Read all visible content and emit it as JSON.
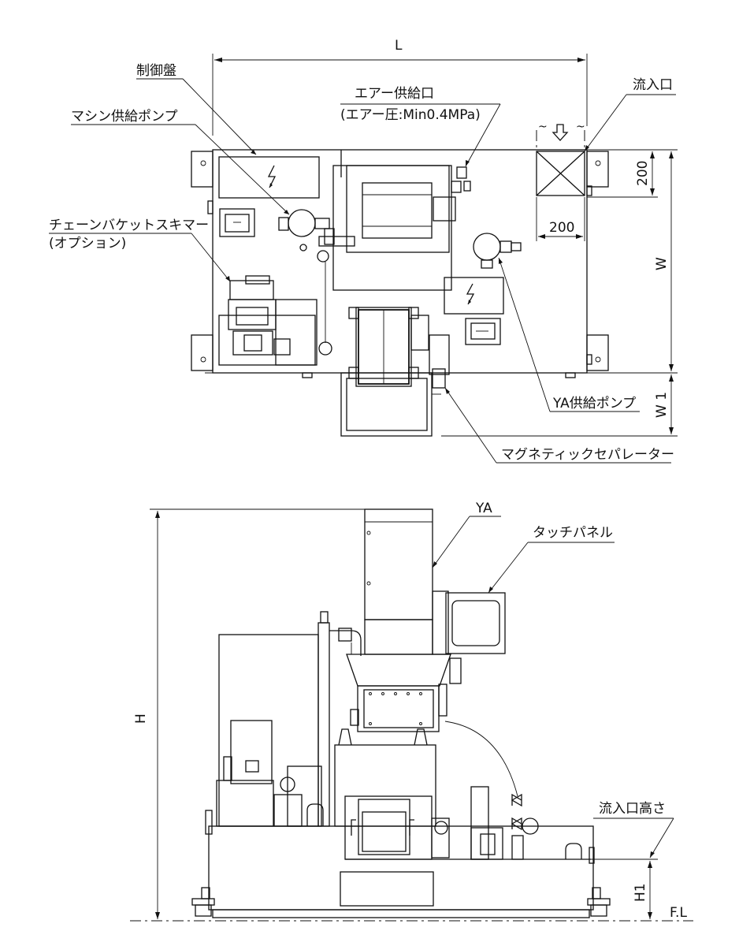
{
  "top_view": {
    "dim_L": "L",
    "dim_W": "W",
    "dim_W1": "W 1",
    "dim_200_vertical": "200",
    "dim_200_horizontal": "200",
    "labels": {
      "control_panel": "制御盤",
      "machine_pump": "マシン供給ポンプ",
      "chain_skimmer_1": "チェーンバケットスキマー",
      "chain_skimmer_2": "(オプション)",
      "air_supply_1": "エアー供給口",
      "air_supply_2": "(エアー圧:Min0.4MPa)",
      "inlet": "流入口",
      "ya_pump": "YA供給ポンプ",
      "magnetic_separator": "マグネティックセパレーター"
    }
  },
  "side_view": {
    "dim_H": "H",
    "dim_H1": "H1",
    "floor_level": "F.L",
    "labels": {
      "ya": "YA",
      "touch_panel": "タッチパネル",
      "inlet_height": "流入口高さ"
    }
  }
}
